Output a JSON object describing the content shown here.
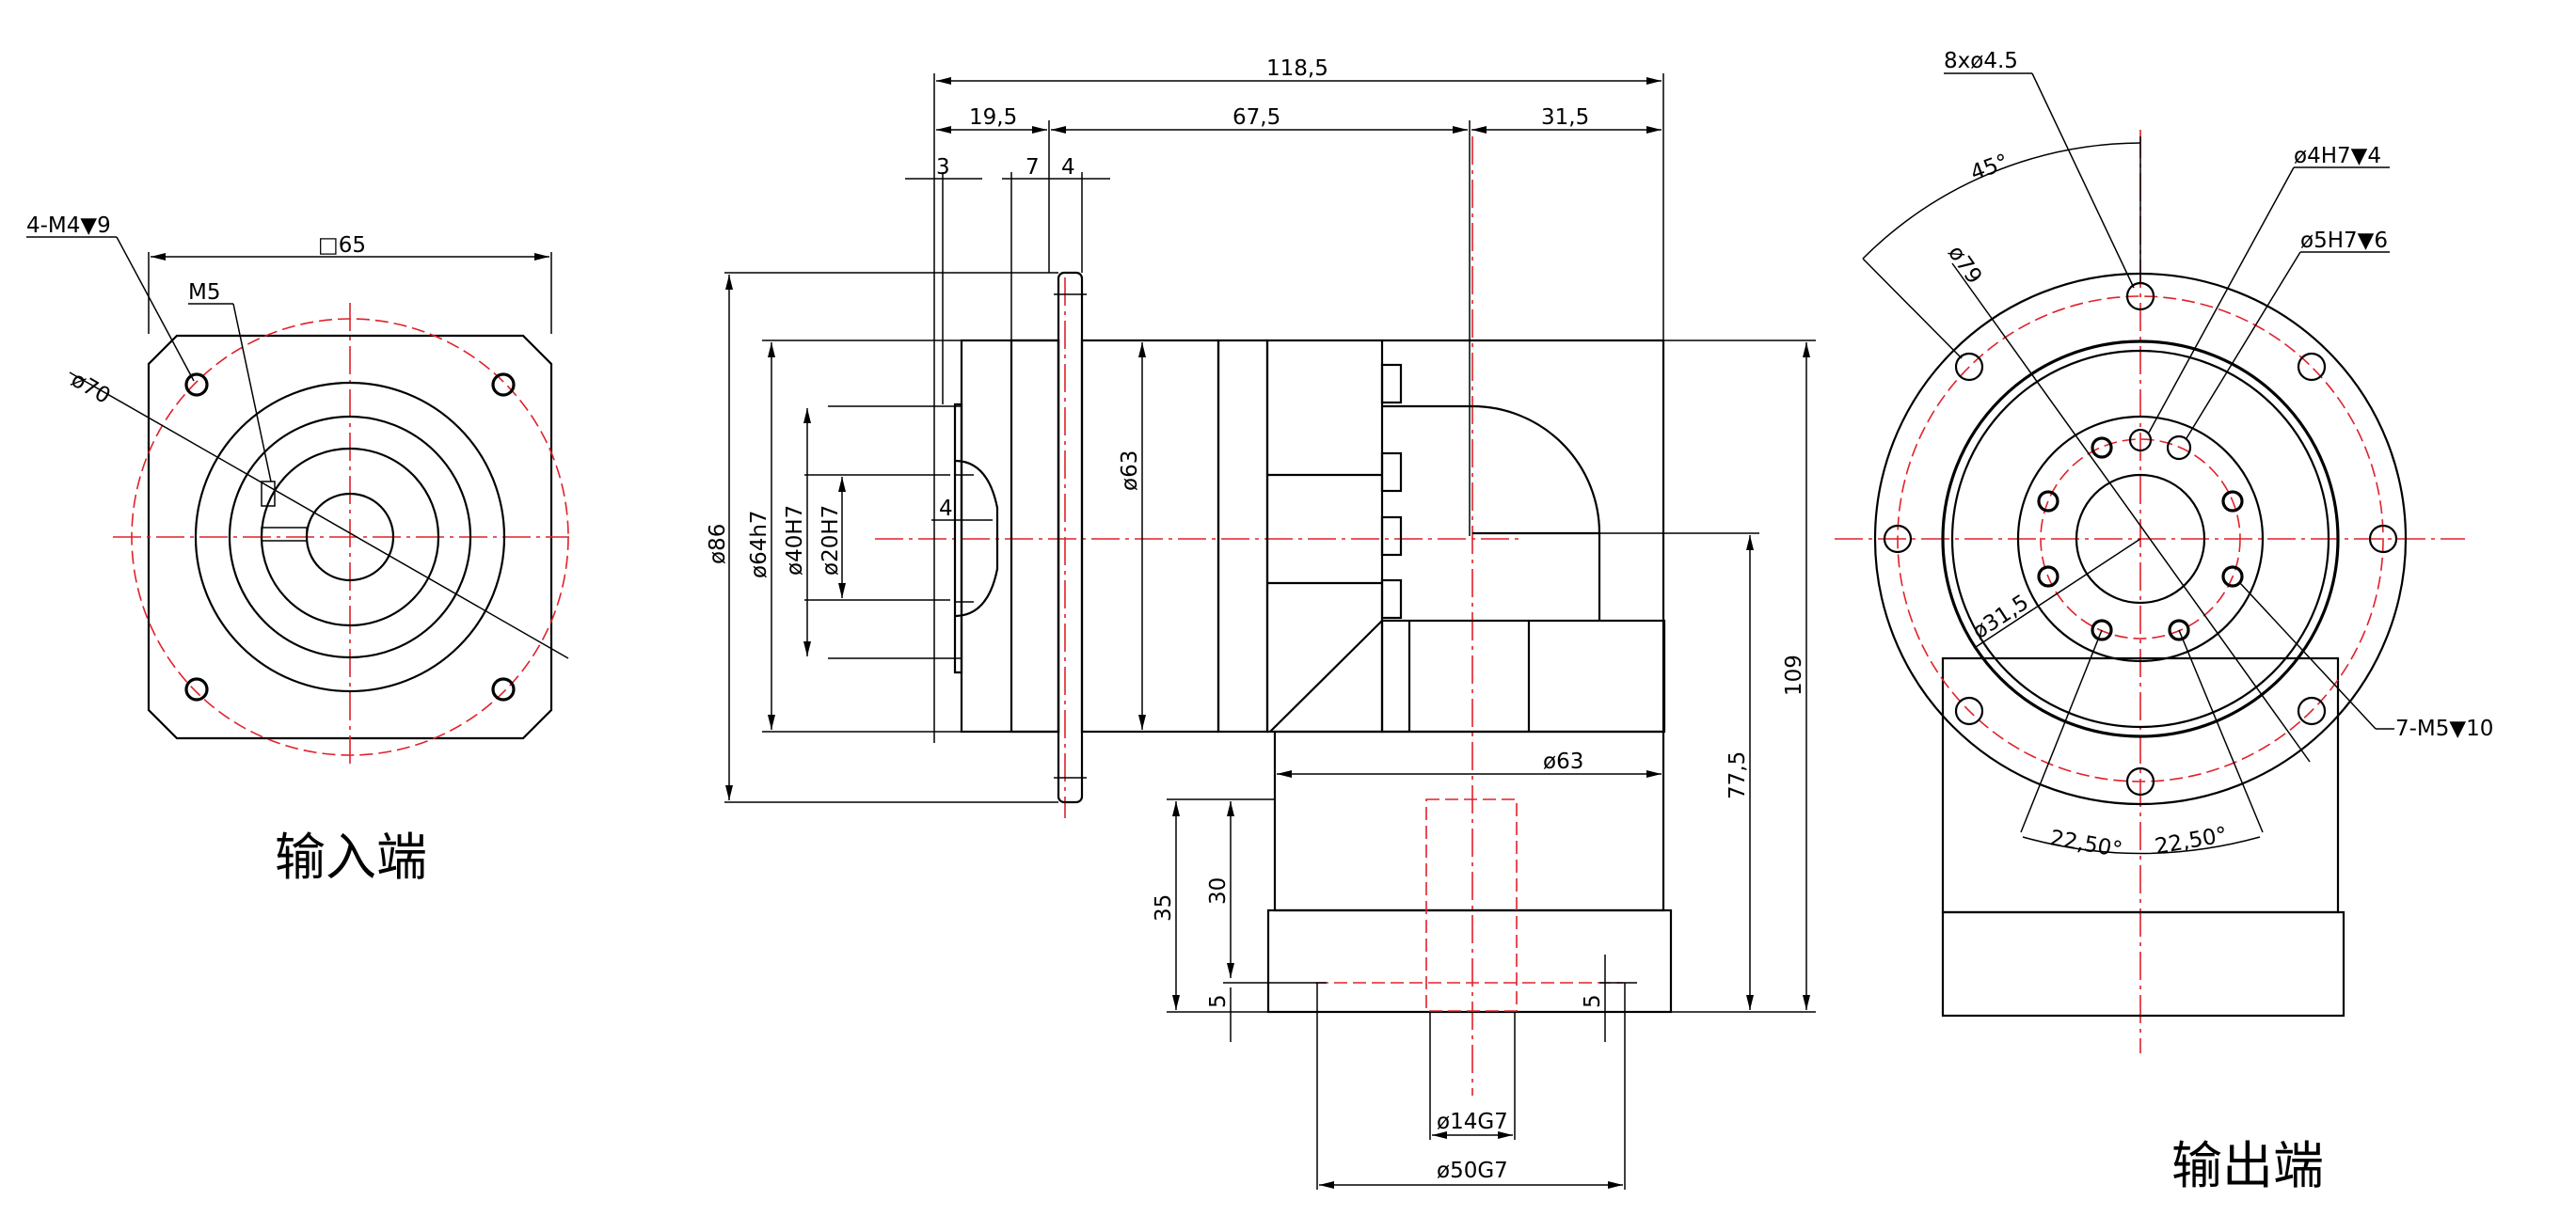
{
  "views": {
    "input_caption": "输入端",
    "output_caption": "输出端"
  },
  "input_view": {
    "holes_label": "4-M4▼9",
    "tap_label": "M5",
    "square_label": "□65",
    "pcd_label": "ø70"
  },
  "side_view": {
    "overall_length": "118,5",
    "flange_offset": "19,5",
    "body_length": "67,5",
    "output_offset": "31,5",
    "dim_3": "3",
    "dim_7": "7",
    "dim_4_top": "4",
    "dim_4_inner": "4",
    "dia_86": "ø86",
    "dia_64h7": "ø64h7",
    "dia_40h7": "ø40H7",
    "dia_20h7": "ø20H7",
    "dia_63_body": "ø63",
    "dia_63_lower": "ø63",
    "height_109": "109",
    "height_77_5": "77,5",
    "height_35": "35",
    "height_30": "30",
    "height_5_left": "5",
    "height_5_right": "5",
    "dia_14g7": "ø14G7",
    "dia_50g7": "ø50G7"
  },
  "output_view": {
    "holes_label": "8xø4.5",
    "angle_45": "45°",
    "pcd_79": "ø79",
    "pin_4h7": "ø4H7▼4",
    "pin_5h7": "ø5H7▼6",
    "pcd_31_5": "ø31,5",
    "tapped_label": "7-M5▼10",
    "angle_left": "22,50°",
    "angle_right": "22,50°"
  },
  "colors": {
    "line": "#000000",
    "centerline": "#e0212a",
    "background": "#ffffff"
  }
}
